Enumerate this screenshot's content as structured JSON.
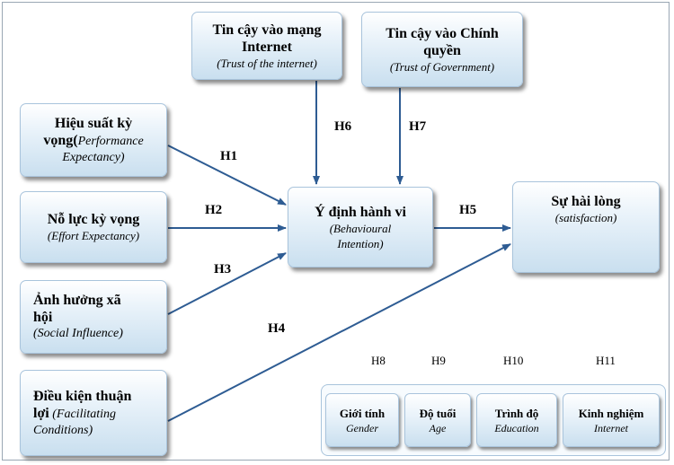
{
  "nodes": {
    "trust_internet": {
      "title_1": "Tin cậy vào mạng",
      "title_2": "Internet",
      "subtitle": "(Trust of the internet)"
    },
    "trust_government": {
      "title_1": "Tin cậy vào Chính",
      "title_2": "quyền",
      "subtitle": "(Trust of Government)"
    },
    "performance": {
      "title_1": "Hiệu suất kỳ",
      "title_2": "vọng(",
      "title_2_italic": "Performance",
      "subtitle": "Expectancy)"
    },
    "effort": {
      "title": "Nỗ lực kỳ vọng",
      "subtitle": "(Effort Expectancy)"
    },
    "social": {
      "title_1": "Ảnh hưởng xã",
      "title_2": "hội",
      "subtitle": "(Social Influence)"
    },
    "facilitating": {
      "title_1": "Điều kiện thuận",
      "title_2": "lợi",
      "subtitle_1": " (Facilitating",
      "subtitle_2": "Conditions)"
    },
    "intention": {
      "title": "Ý định hành vi",
      "subtitle_1": "(Behavioural",
      "subtitle_2": "Intention)"
    },
    "satisfaction": {
      "title": "Sự hài lòng",
      "subtitle": "(satisfaction)"
    }
  },
  "hypotheses": {
    "h1": "H1",
    "h2": "H2",
    "h3": "H3",
    "h4": "H4",
    "h5": "H5",
    "h6": "H6",
    "h7": "H7",
    "h8": "H8",
    "h9": "H9",
    "h10": "H10",
    "h11": "H11"
  },
  "moderators": [
    {
      "title": "Giới tính",
      "subtitle": "Gender"
    },
    {
      "title": "Độ tuổi",
      "subtitle": "Age"
    },
    {
      "title": "Trình độ",
      "subtitle": "Education"
    },
    {
      "title": "Kinh nghiệm",
      "subtitle": "Internet"
    }
  ],
  "colors": {
    "arrow": "#2e5c93",
    "border": "#a9c4dc",
    "fill_bottom": "#c9dfef"
  }
}
